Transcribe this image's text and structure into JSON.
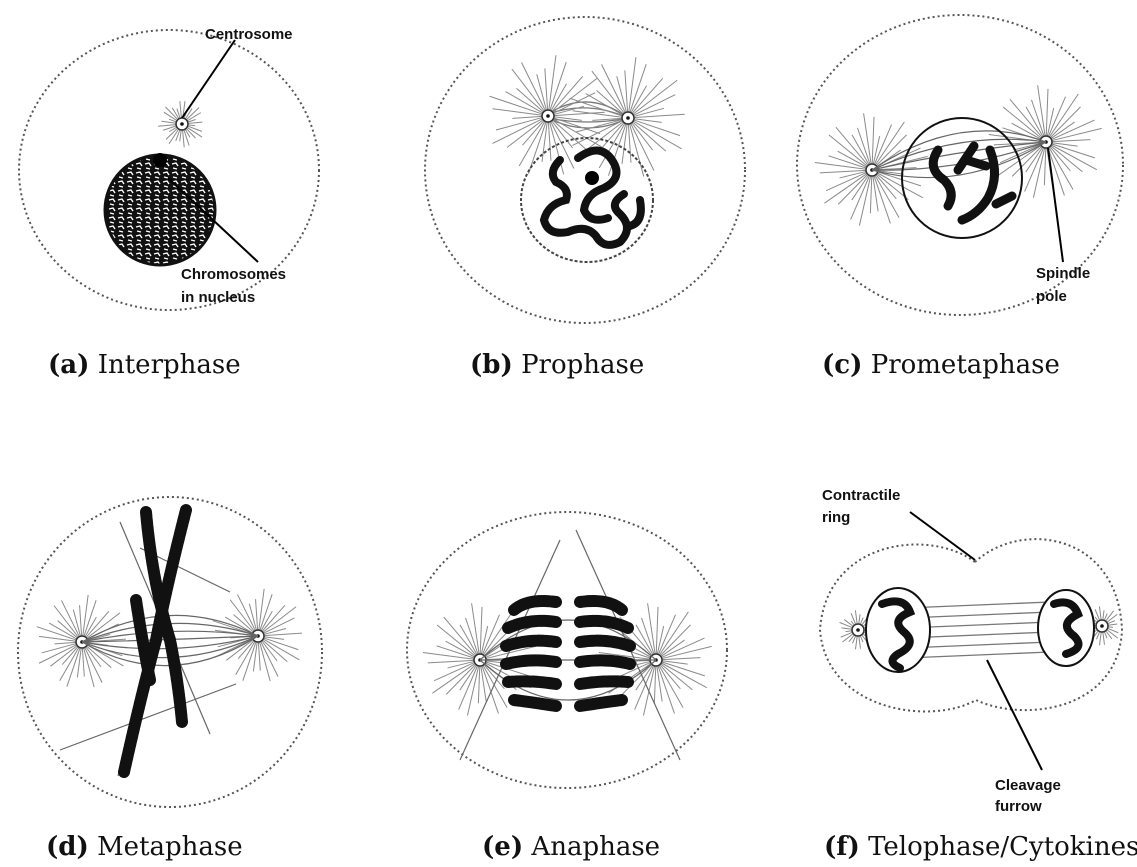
{
  "panels": [
    {
      "id": "a",
      "letter": "(a)",
      "title": "Interphase"
    },
    {
      "id": "b",
      "letter": "(b)",
      "title": "Prophase"
    },
    {
      "id": "c",
      "letter": "(c)",
      "title": "Prometaphase"
    },
    {
      "id": "d",
      "letter": "(d)",
      "title": "Metaphase"
    },
    {
      "id": "e",
      "letter": "(e)",
      "title": "Anaphase"
    },
    {
      "id": "f",
      "letter": "(f)",
      "title": "Telophase/Cytokinesis"
    }
  ],
  "labels": {
    "centrosome": "Centrosome",
    "chromosomes_line1": "Chromosomes",
    "chromosomes_line2": "in nucleus",
    "spindle_line1": "Spindle",
    "spindle_line2": "pole",
    "contractile_line1": "Contractile",
    "contractile_line2": "ring",
    "cleavage_line1": "Cleavage",
    "cleavage_line2": "furrow"
  }
}
